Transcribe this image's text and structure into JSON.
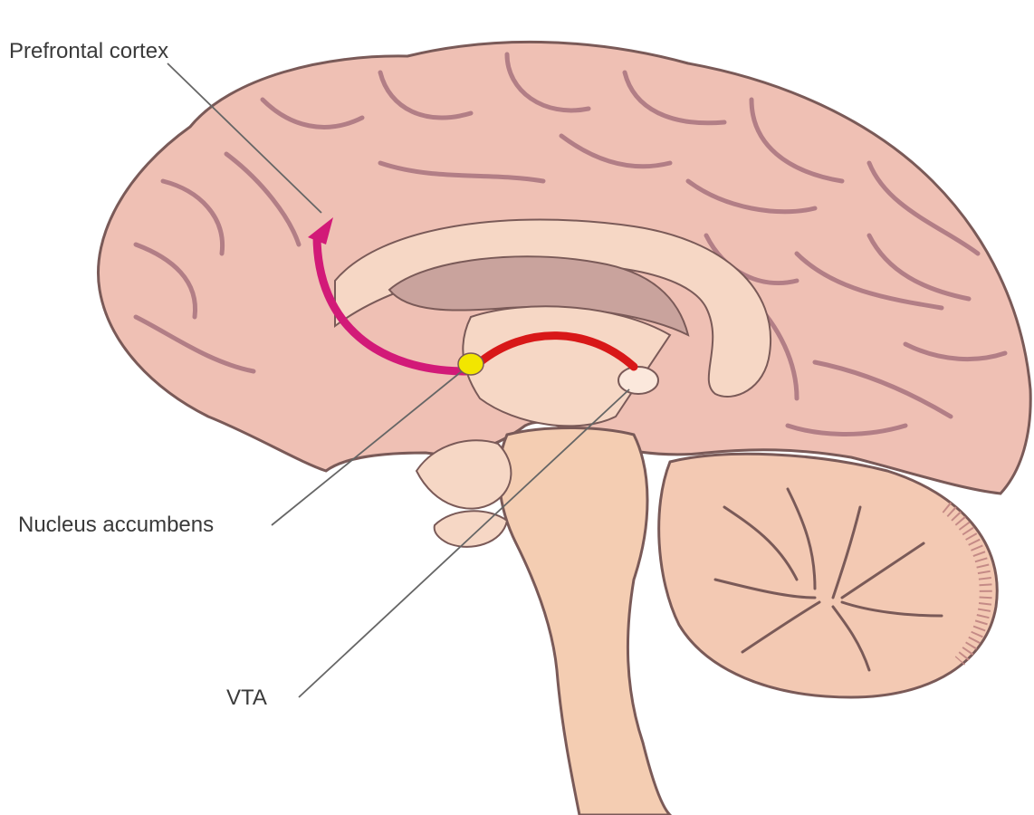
{
  "labels": {
    "prefrontal_cortex": "Prefrontal cortex",
    "nucleus_accumbens": "Nucleus accumbens",
    "vta": "VTA"
  },
  "colors": {
    "background": "#ffffff",
    "cortex_fill": "#efc0b4",
    "cortex_outline": "#7a5a58",
    "gyrus_lines": "#b27e86",
    "inner_structures": "#f6d7c5",
    "ventricle": "#c9a39d",
    "cerebellum": "#f3c9b3",
    "brainstem": "#f4cdb2",
    "mesocortical_pathway": "#d21a78",
    "mesolimbic_pathway": "#d81818",
    "nucleus_accumbens_marker": "#f2e600",
    "leader_lines": "#666666"
  }
}
